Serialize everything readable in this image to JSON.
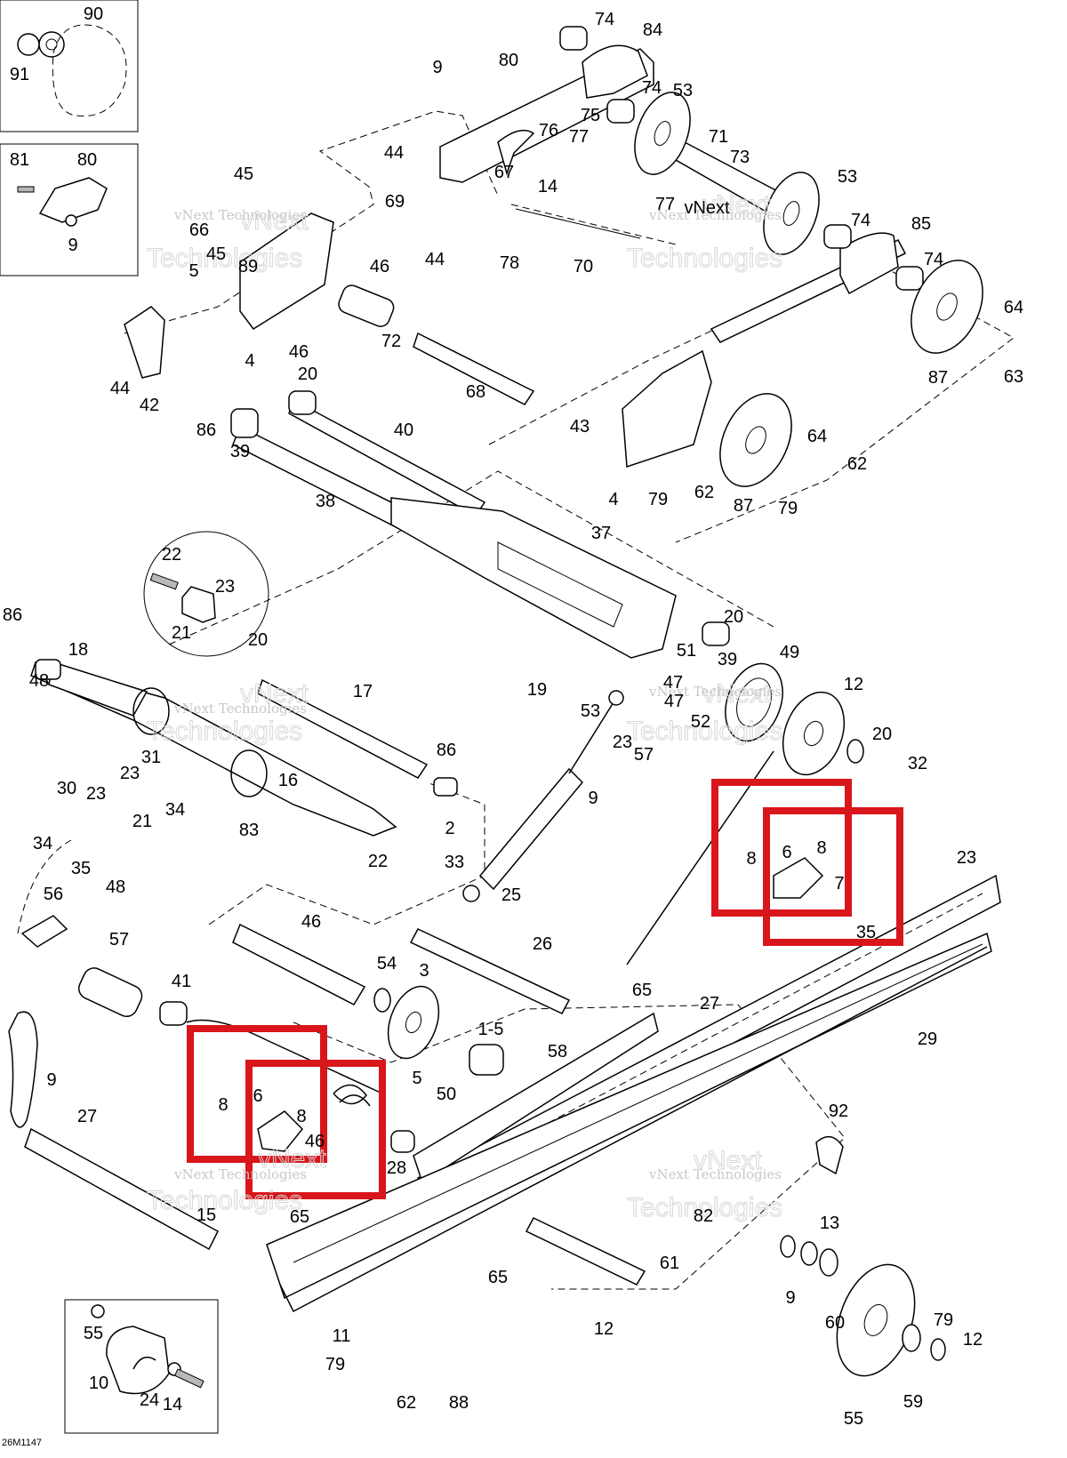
{
  "diagram": {
    "ref_code": "26M1147",
    "watermark": {
      "line1": "vNext Technologies",
      "line2": "vNext",
      "line3": "Technologies"
    },
    "callouts": [
      "90",
      "91",
      "81",
      "80",
      "9",
      "74",
      "84",
      "80",
      "9",
      "74",
      "53",
      "75",
      "77",
      "76",
      "71",
      "44",
      "67",
      "73",
      "14",
      "45",
      "69",
      "77",
      "53",
      "74",
      "85",
      "66",
      "vNext",
      "89",
      "46",
      "44",
      "78",
      "70",
      "74",
      "5",
      "45",
      "64",
      "72",
      "46",
      "4",
      "63",
      "87",
      "44",
      "42",
      "68",
      "20",
      "43",
      "40",
      "86",
      "39",
      "64",
      "62",
      "79",
      "62",
      "4",
      "87",
      "79",
      "38",
      "37",
      "22",
      "23",
      "20",
      "21",
      "86",
      "20",
      "18",
      "51",
      "39",
      "49",
      "48",
      "19",
      "17",
      "47",
      "12",
      "53",
      "47",
      "52",
      "23",
      "57",
      "20",
      "86",
      "32",
      "31",
      "23",
      "34",
      "30",
      "23",
      "16",
      "83",
      "9",
      "8",
      "6",
      "8",
      "7",
      "35",
      "34",
      "21",
      "22",
      "2",
      "23",
      "33",
      "35",
      "48",
      "25",
      "56",
      "46",
      "26",
      "57",
      "54",
      "3",
      "65",
      "27",
      "41",
      "58",
      "1-5",
      "29",
      "9",
      "8",
      "6",
      "8",
      "46",
      "5",
      "50",
      "92",
      "27",
      "28",
      "15",
      "65",
      "82",
      "13",
      "65",
      "61",
      "9",
      "55",
      "60",
      "79",
      "10",
      "12",
      "24",
      "11",
      "12",
      "14",
      "79",
      "62",
      "88",
      "55",
      "59"
    ]
  }
}
